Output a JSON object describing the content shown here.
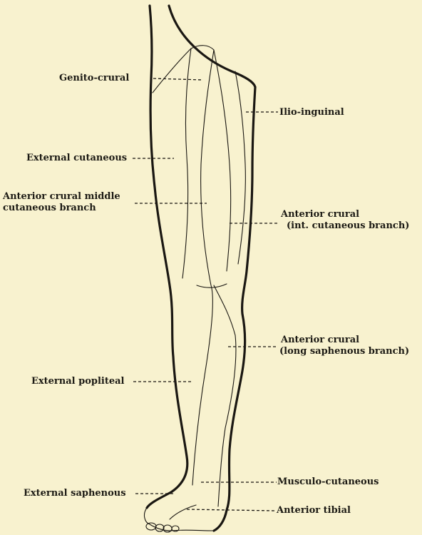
{
  "labels": {
    "genito_crural": "Genito-crural",
    "ilio_inguinal": "Ilio-inguinal",
    "external_cutaneous": "External cutaneous",
    "anterior_crural_middle_1": "Anterior crural middle",
    "anterior_crural_middle_2": "cutaneous branch",
    "anterior_crural_int_1": "Anterior crural",
    "anterior_crural_int_2": "(int. cutaneous branch)",
    "anterior_crural_long_1": "Anterior crural",
    "anterior_crural_long_2": "(long saphenous branch)",
    "external_popliteal": "External popliteal",
    "musculo_cutaneous": "Musculo-cutaneous",
    "external_saphenous": "External saphenous",
    "anterior_tibial": "Anterior tibial"
  }
}
